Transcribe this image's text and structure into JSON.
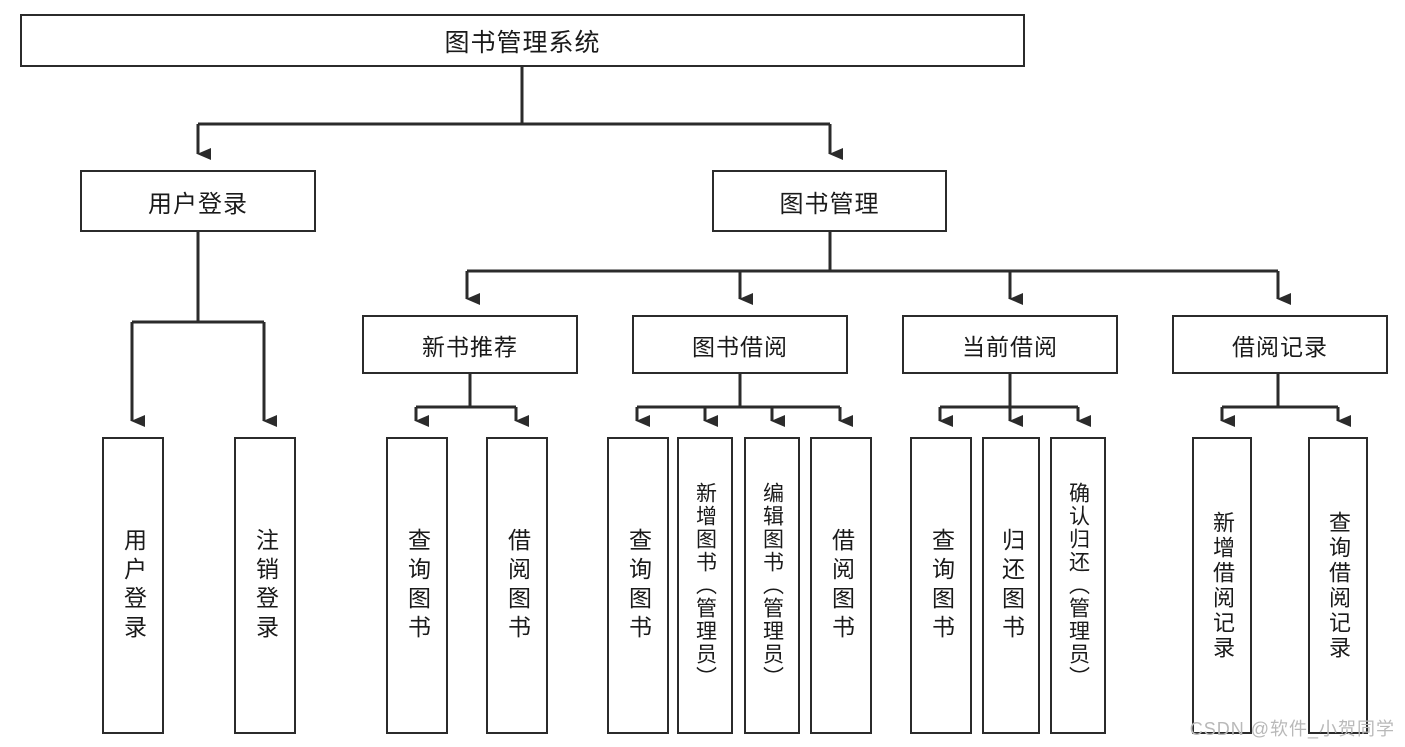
{
  "diagram": {
    "type": "hierarchy-tree",
    "title": "图书管理系统",
    "root": {
      "label": "图书管理系统"
    },
    "level2": [
      {
        "label": "用户登录"
      },
      {
        "label": "图书管理"
      }
    ],
    "level3": [
      {
        "label": "新书推荐"
      },
      {
        "label": "图书借阅"
      },
      {
        "label": "当前借阅"
      },
      {
        "label": "借阅记录"
      }
    ],
    "leaves": {
      "user_login": [
        {
          "label": "用户登录"
        },
        {
          "label": "注销登录"
        }
      ],
      "new_book_recommend": [
        {
          "label": "查询图书"
        },
        {
          "label": "借阅图书"
        }
      ],
      "book_borrow": [
        {
          "label": "查询图书"
        },
        {
          "label": "新增图书（管理员）"
        },
        {
          "label": "编辑图书（管理员）"
        },
        {
          "label": "借阅图书"
        }
      ],
      "current_borrow": [
        {
          "label": "查询图书"
        },
        {
          "label": "归还图书"
        },
        {
          "label": "确认归还（管理员）"
        }
      ],
      "borrow_record": [
        {
          "label": "新增借阅记录"
        },
        {
          "label": "查询借阅记录"
        }
      ]
    }
  },
  "watermark": {
    "text": "CSDN @软件_小贺同学"
  },
  "colors": {
    "stroke": "#2b2b2b",
    "background": "#ffffff",
    "text": "#1a1a1a",
    "watermark": "#b9b9b9"
  }
}
